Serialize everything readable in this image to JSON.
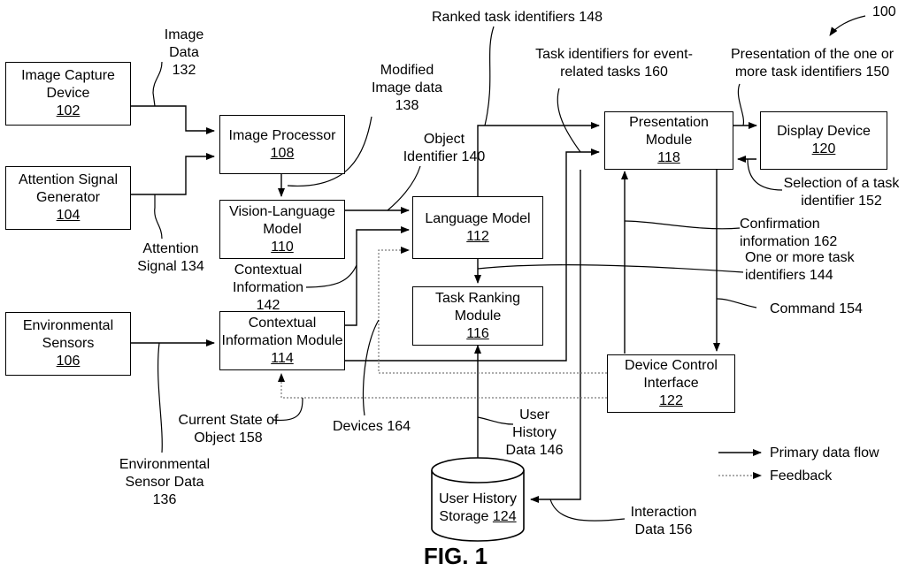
{
  "figure": {
    "number": "100",
    "caption": "FIG. 1"
  },
  "nodes": {
    "image_capture": {
      "label": "Image Capture Device",
      "num": "102"
    },
    "attention_gen": {
      "label": "Attention Signal Generator",
      "num": "104"
    },
    "env_sensors": {
      "label": "Environmental Sensors",
      "num": "106"
    },
    "image_processor": {
      "label": "Image Processor",
      "num": "108"
    },
    "vlm": {
      "label": "Vision-Language Model",
      "num": "110"
    },
    "context_module": {
      "label": "Contextual Information Module",
      "num": "114"
    },
    "language_model": {
      "label": "Language Model",
      "num": "112"
    },
    "task_ranking": {
      "label": "Task Ranking Module",
      "num": "116"
    },
    "presentation": {
      "label": "Presentation Module",
      "num": "118"
    },
    "display": {
      "label": "Display Device",
      "num": "120"
    },
    "device_control": {
      "label": "Device Control Interface",
      "num": "122"
    },
    "user_history_storage": {
      "label": "User History Storage",
      "num": "124"
    }
  },
  "labels": {
    "image_data": "Image Data 132",
    "attention_signal": "Attention Signal 134",
    "env_sensor_data": "Environmental Sensor Data 136",
    "modified_image": "Modified Image data 138",
    "object_identifier": "Object Identifier 140",
    "contextual_info": "Contextual Information 142",
    "task_ids_144": "One or more task identifiers 144",
    "user_history_data": "User History Data 146",
    "ranked_task_ids": "Ranked task identifiers 148",
    "presentation_150": "Presentation of the one or more task identifiers 150",
    "selection_152": "Selection of a task identifier 152",
    "command_154": "Command 154",
    "interaction_156": "Interaction Data 156",
    "current_state_158": "Current State of Object 158",
    "event_tasks_160": "Task identifiers for event-related tasks 160",
    "confirmation_162": "Confirmation information 162",
    "devices_164": "Devices 164"
  },
  "legend": {
    "primary": "Primary data flow",
    "feedback": "Feedback"
  }
}
